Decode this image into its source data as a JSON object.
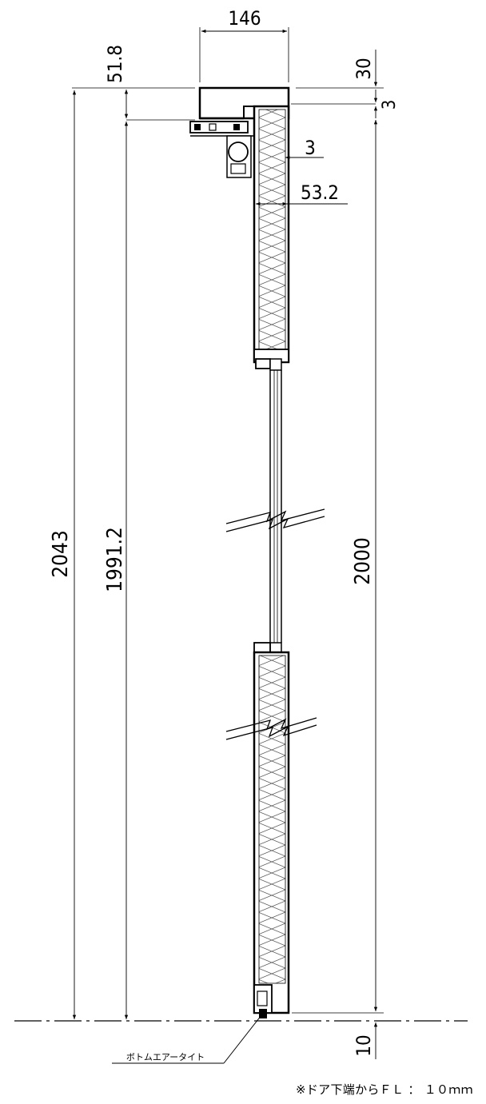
{
  "dimensions": {
    "top_width": "146",
    "top_offset": "51.8",
    "top_height": "30",
    "gap_top": "3",
    "panel_gap": "3",
    "panel_thickness": "53.2",
    "total_height": "2043",
    "panel_height": "1991.2",
    "door_height": "2000",
    "floor_gap": "10"
  },
  "labels": {
    "bottom_seal": "ボトムエアータイト"
  },
  "note": "※ドア下端からＦＬ ： １０ｍｍ"
}
